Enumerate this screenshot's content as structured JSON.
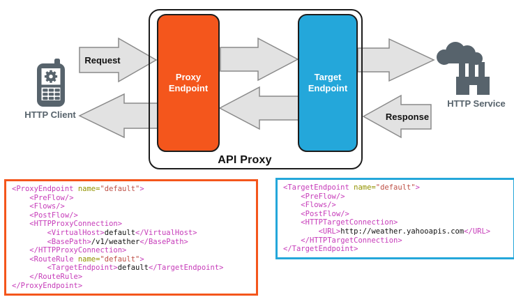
{
  "colors": {
    "proxy_orange": "#F4561C",
    "target_blue": "#24A7DA",
    "arrow_fill": "#E2E2E2",
    "arrow_stroke": "#8A8A8A",
    "icon_gray": "#57636C",
    "code_tag": "#C63BB9",
    "code_attr_name": "#939300",
    "code_attr_value": "#BE5046",
    "code_text": "#111111"
  },
  "icons": {
    "http_client": "mobile-phone-with-gear-and-keypad",
    "http_service": "factory-with-smoke-cloud"
  },
  "diagram": {
    "api_proxy_label": "API Proxy",
    "proxy_endpoint_label": "Proxy Endpoint",
    "target_endpoint_label": "Target Endpoint",
    "http_client_label": "HTTP Client",
    "http_service_label": "HTTP Service",
    "request_label": "Request",
    "response_label": "Response"
  },
  "code_blocks": {
    "proxy_endpoint": {
      "border_color": "#F4561C",
      "lines": [
        [
          [
            "tag",
            "<ProxyEndpoint"
          ],
          [
            "pln",
            " "
          ],
          [
            "atn",
            "name="
          ],
          [
            "atv",
            "\"default\""
          ],
          [
            "tag",
            ">"
          ]
        ],
        [
          [
            "pln",
            "    "
          ],
          [
            "tag",
            "<PreFlow/>"
          ]
        ],
        [
          [
            "pln",
            "    "
          ],
          [
            "tag",
            "<Flows/>"
          ]
        ],
        [
          [
            "pln",
            "    "
          ],
          [
            "tag",
            "<PostFlow/>"
          ]
        ],
        [
          [
            "pln",
            "    "
          ],
          [
            "tag",
            "<HTTPProxyConnection>"
          ]
        ],
        [
          [
            "pln",
            "        "
          ],
          [
            "tag",
            "<VirtualHost>"
          ],
          [
            "pln",
            "default"
          ],
          [
            "tag",
            "</VirtualHost>"
          ]
        ],
        [
          [
            "pln",
            "        "
          ],
          [
            "tag",
            "<BasePath>"
          ],
          [
            "pln",
            "/v1/weather"
          ],
          [
            "tag",
            "</BasePath>"
          ]
        ],
        [
          [
            "pln",
            "    "
          ],
          [
            "tag",
            "</HTTPProxyConnection>"
          ]
        ],
        [
          [
            "pln",
            "    "
          ],
          [
            "tag",
            "<RouteRule"
          ],
          [
            "pln",
            " "
          ],
          [
            "atn",
            "name="
          ],
          [
            "atv",
            "\"default\""
          ],
          [
            "tag",
            ">"
          ]
        ],
        [
          [
            "pln",
            "        "
          ],
          [
            "tag",
            "<TargetEndpoint>"
          ],
          [
            "pln",
            "default"
          ],
          [
            "tag",
            "</TargetEndpoint>"
          ]
        ],
        [
          [
            "pln",
            "    "
          ],
          [
            "tag",
            "</RouteRule>"
          ]
        ],
        [
          [
            "tag",
            "</ProxyEndpoint>"
          ]
        ]
      ]
    },
    "target_endpoint": {
      "border_color": "#24A7DA",
      "lines": [
        [
          [
            "tag",
            "<TargetEndpoint"
          ],
          [
            "pln",
            " "
          ],
          [
            "atn",
            "name="
          ],
          [
            "atv",
            "\"default\""
          ],
          [
            "tag",
            ">"
          ]
        ],
        [
          [
            "pln",
            "    "
          ],
          [
            "tag",
            "<PreFlow/>"
          ]
        ],
        [
          [
            "pln",
            "    "
          ],
          [
            "tag",
            "<Flows/>"
          ]
        ],
        [
          [
            "pln",
            "    "
          ],
          [
            "tag",
            "<PostFlow/>"
          ]
        ],
        [
          [
            "pln",
            "    "
          ],
          [
            "tag",
            "<HTTPTargetConnection>"
          ]
        ],
        [
          [
            "pln",
            "        "
          ],
          [
            "tag",
            "<URL>"
          ],
          [
            "pln",
            "http://weather.yahooapis.com"
          ],
          [
            "tag",
            "</URL>"
          ]
        ],
        [
          [
            "pln",
            "    "
          ],
          [
            "tag",
            "</HTTPTargetConnection>"
          ]
        ],
        [
          [
            "tag",
            "</TargetEndpoint>"
          ]
        ]
      ]
    }
  }
}
